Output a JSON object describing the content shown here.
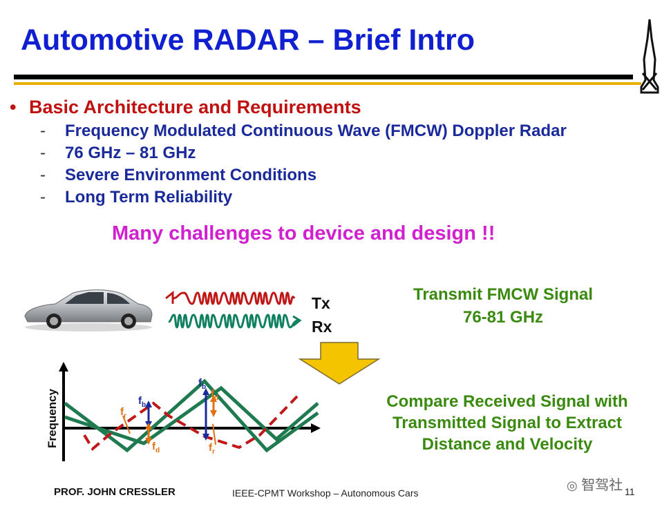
{
  "title": "Automotive RADAR – Brief Intro",
  "bullets": {
    "main": "Basic Architecture and Requirements",
    "bullet_symbol": "•",
    "dash": "-",
    "items": [
      "Frequency Modulated Continuous Wave (FMCW) Doppler Radar",
      "76 GHz – 81 GHz",
      "Severe Environment Conditions",
      "Long Term Reliability"
    ]
  },
  "challenge": "Many challenges to device and design !!",
  "signals": {
    "tx": "Tx",
    "rx": "Rx"
  },
  "transmit": {
    "line1": "Transmit FMCW Signal",
    "line2": "76-81 GHz"
  },
  "compare": {
    "line1": "Compare Received Signal with",
    "line2": "Transmitted Signal to Extract",
    "line3": "Distance and Velocity"
  },
  "chart": {
    "ylabel": "Frequency",
    "fb": "f",
    "fb_sub": "b",
    "fd": "f",
    "fd_sub": "d",
    "fr": "f",
    "fr_sub": "r"
  },
  "footer": {
    "author": "PROF. JOHN CRESSLER",
    "event": "IEEE-CPMT Workshop – Autonomous Cars",
    "page": "11",
    "watermark": "智驾社"
  },
  "colors": {
    "title": "#1020d0",
    "bullet": "#c01010",
    "sub": "#1a2a9a",
    "challenge": "#d020d0",
    "green_text": "#3a8a10",
    "tx_wave": "#c01818",
    "rx_wave": "#108060",
    "arrow_fill": "#f5c400"
  }
}
